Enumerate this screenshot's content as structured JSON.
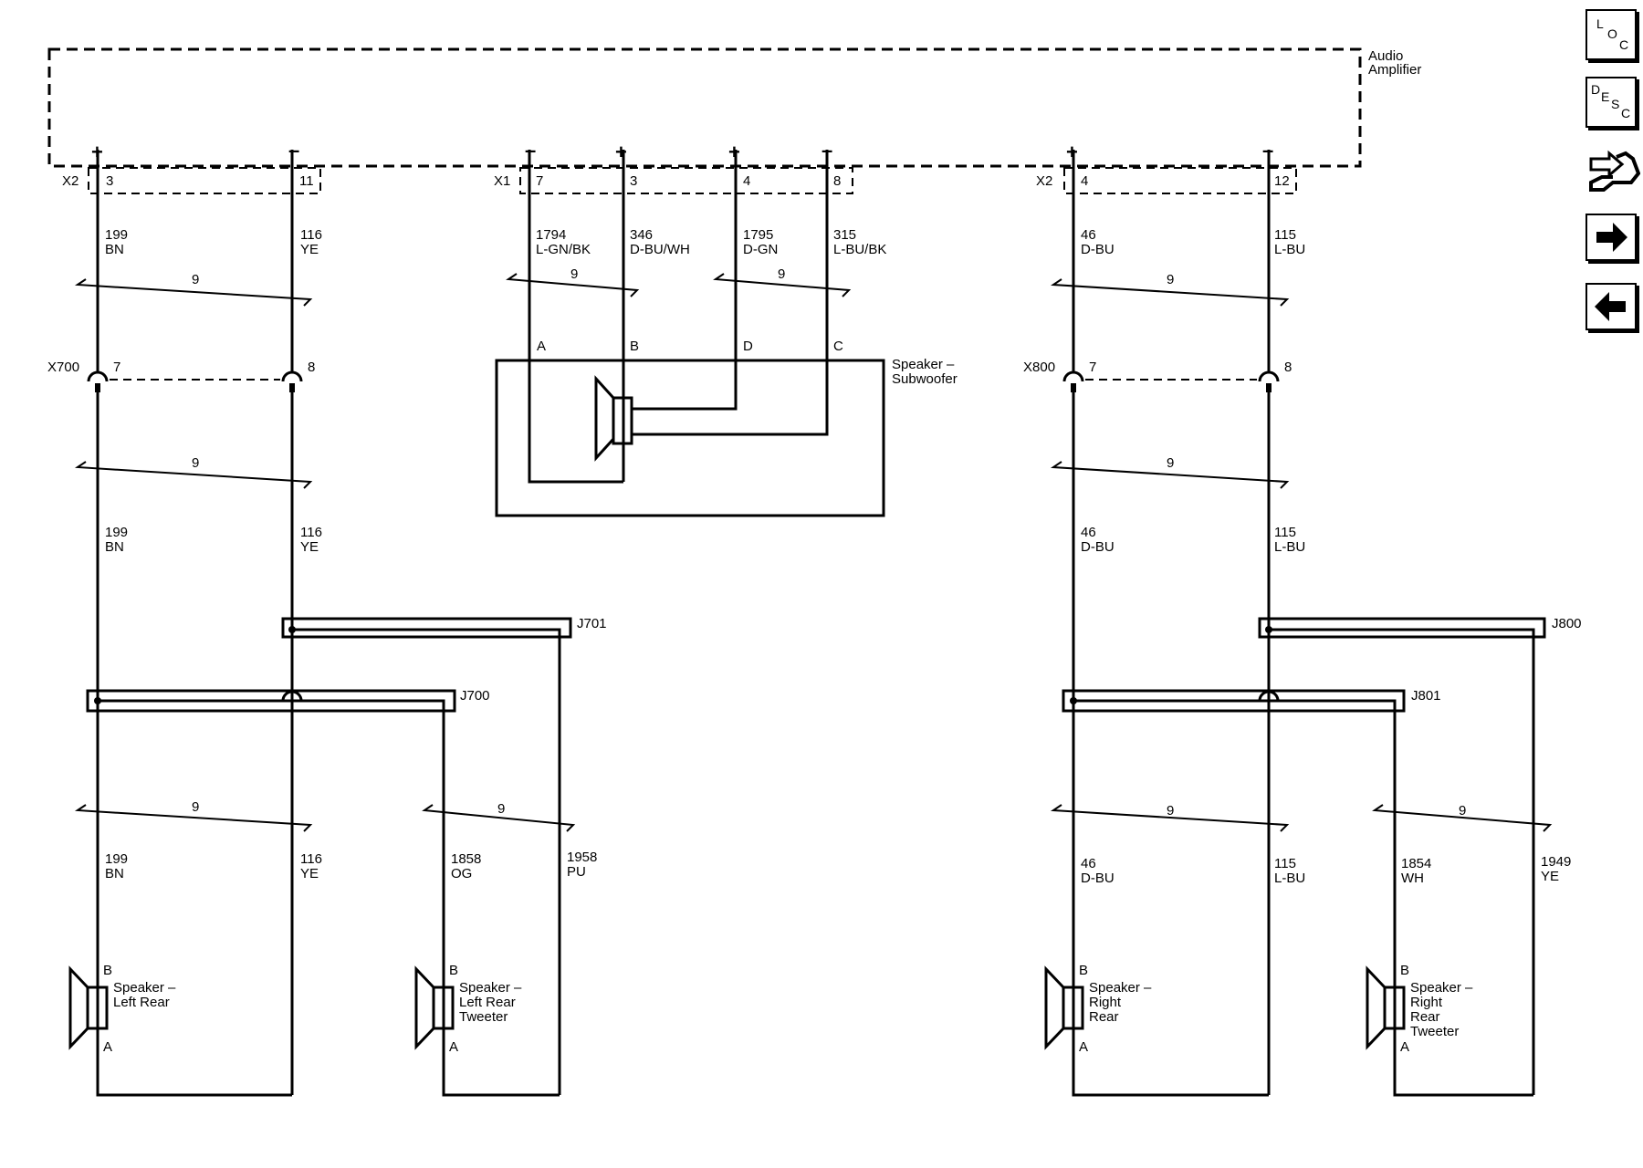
{
  "amplifier": {
    "label_line1": "Audio",
    "label_line2": "Amplifier"
  },
  "connectors": {
    "x2": "X2",
    "x1": "X1",
    "x700": "X700",
    "x800": "X800",
    "j700": "J700",
    "j701": "J701",
    "j800": "J800",
    "j801": "J801"
  },
  "polarity": {
    "plus": "+",
    "minus": "–"
  },
  "pins": {
    "left_plus": "3",
    "left_minus": "11",
    "sub_a": "7",
    "sub_b": "3",
    "sub_d": "4",
    "sub_c": "8",
    "right_plus": "4",
    "right_minus": "12",
    "x700_a": "7",
    "x700_b": "8",
    "x800_a": "7",
    "x800_b": "8"
  },
  "wires": {
    "w199": {
      "circuit": "199",
      "color": "BN"
    },
    "w116": {
      "circuit": "116",
      "color": "YE"
    },
    "w1794": {
      "circuit": "1794",
      "color": "L-GN/BK"
    },
    "w346": {
      "circuit": "346",
      "color": "D-BU/WH"
    },
    "w1795": {
      "circuit": "1795",
      "color": "D-GN"
    },
    "w315": {
      "circuit": "315",
      "color": "L-BU/BK"
    },
    "w46": {
      "circuit": "46",
      "color": "D-BU"
    },
    "w115": {
      "circuit": "115",
      "color": "L-BU"
    },
    "w1858": {
      "circuit": "1858",
      "color": "OG"
    },
    "w1958": {
      "circuit": "1958",
      "color": "PU"
    },
    "w1854": {
      "circuit": "1854",
      "color": "WH"
    },
    "w1949": {
      "circuit": "1949",
      "color": "YE"
    }
  },
  "twist_label": "9",
  "subwoofer": {
    "label_line1": "Speaker –",
    "label_line2": "Subwoofer",
    "term_a": "A",
    "term_b": "B",
    "term_d": "D",
    "term_c": "C"
  },
  "speakers": {
    "left_rear": {
      "line1": "Speaker –",
      "line2": "Left Rear",
      "term_b": "B",
      "term_a": "A"
    },
    "left_rear_tweeter": {
      "line1": "Speaker –",
      "line2": "Left Rear",
      "line3": "Tweeter",
      "term_b": "B",
      "term_a": "A"
    },
    "right_rear": {
      "line1": "Speaker –",
      "line2": "Right",
      "line3": "Rear",
      "term_b": "B",
      "term_a": "A"
    },
    "right_rear_tweeter": {
      "line1": "Speaker –",
      "line2": "Right",
      "line3": "Rear",
      "line4": "Tweeter",
      "term_b": "B",
      "term_a": "A"
    }
  },
  "nav": {
    "loc": {
      "l1": "L",
      "l2": "O",
      "l3": "C"
    },
    "desc": {
      "l1": "D",
      "l2": "E",
      "l3": "S",
      "l4": "C"
    },
    "icons": [
      "connector-icon",
      "arrow-right-icon",
      "arrow-left-icon"
    ]
  }
}
